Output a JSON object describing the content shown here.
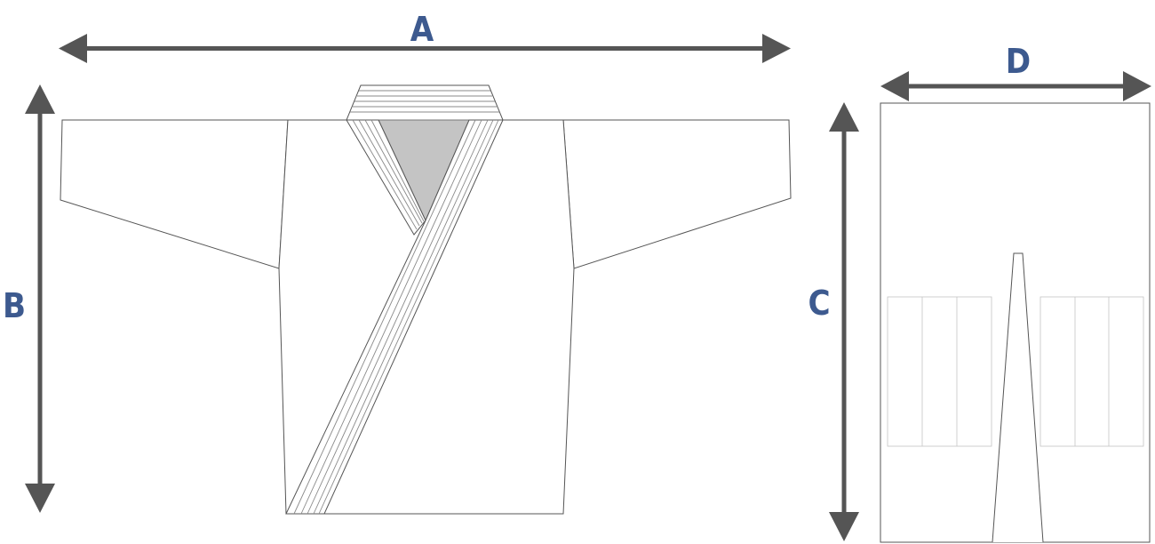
{
  "labels": {
    "a": "A",
    "b": "B",
    "c": "C",
    "d": "D"
  },
  "colors": {
    "label": "#3d5a8f",
    "arrow": "#555555",
    "outline": "#555555",
    "neck_fill": "#c4c4c4"
  }
}
